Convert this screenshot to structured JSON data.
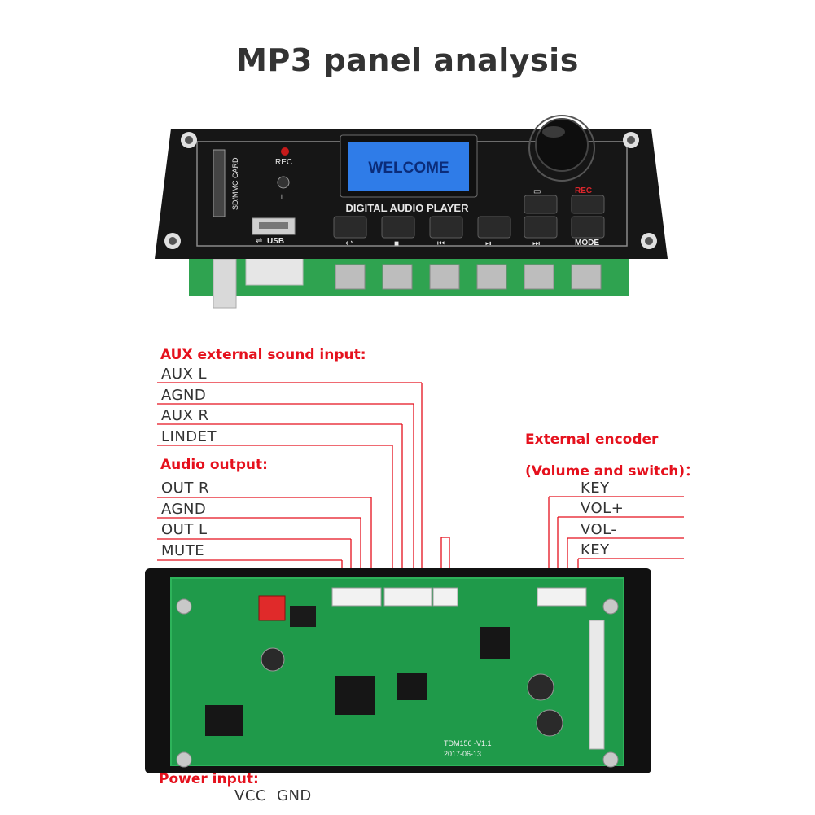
{
  "title": "MP3 panel analysis",
  "front_panel": {
    "screen_text": "WELCOME",
    "heading": "DIGITAL AUDIO PLAYER",
    "card_slot": "SD/MMC CARD",
    "rec_top": "REC",
    "rec_right": "REC",
    "usb": "USB",
    "mode": "MODE"
  },
  "aux_section": {
    "heading": "AUX external sound input:",
    "pins": [
      "AUX L",
      "AGND",
      "AUX R",
      "LINDET"
    ]
  },
  "audio_output": {
    "heading": "Audio output:",
    "pins": [
      "OUT R",
      "AGND",
      "OUT L",
      "MUTE"
    ]
  },
  "encoder": {
    "heading_line1": "External encoder",
    "heading_line2": "(Volume and switch)：",
    "pins": [
      "KEY",
      "VOL+",
      "VOL-",
      "KEY"
    ]
  },
  "power": {
    "heading": "Power input:",
    "vcc": "VCC",
    "gnd": "GND"
  },
  "board": {
    "model": "TDM156 -V1.1",
    "date": "2017-06-13"
  },
  "colors": {
    "label_red": "#e5111d",
    "pcb_green": "#1f9a4a",
    "panel_black": "#151515",
    "lcd_blue": "#2f7ce8"
  }
}
